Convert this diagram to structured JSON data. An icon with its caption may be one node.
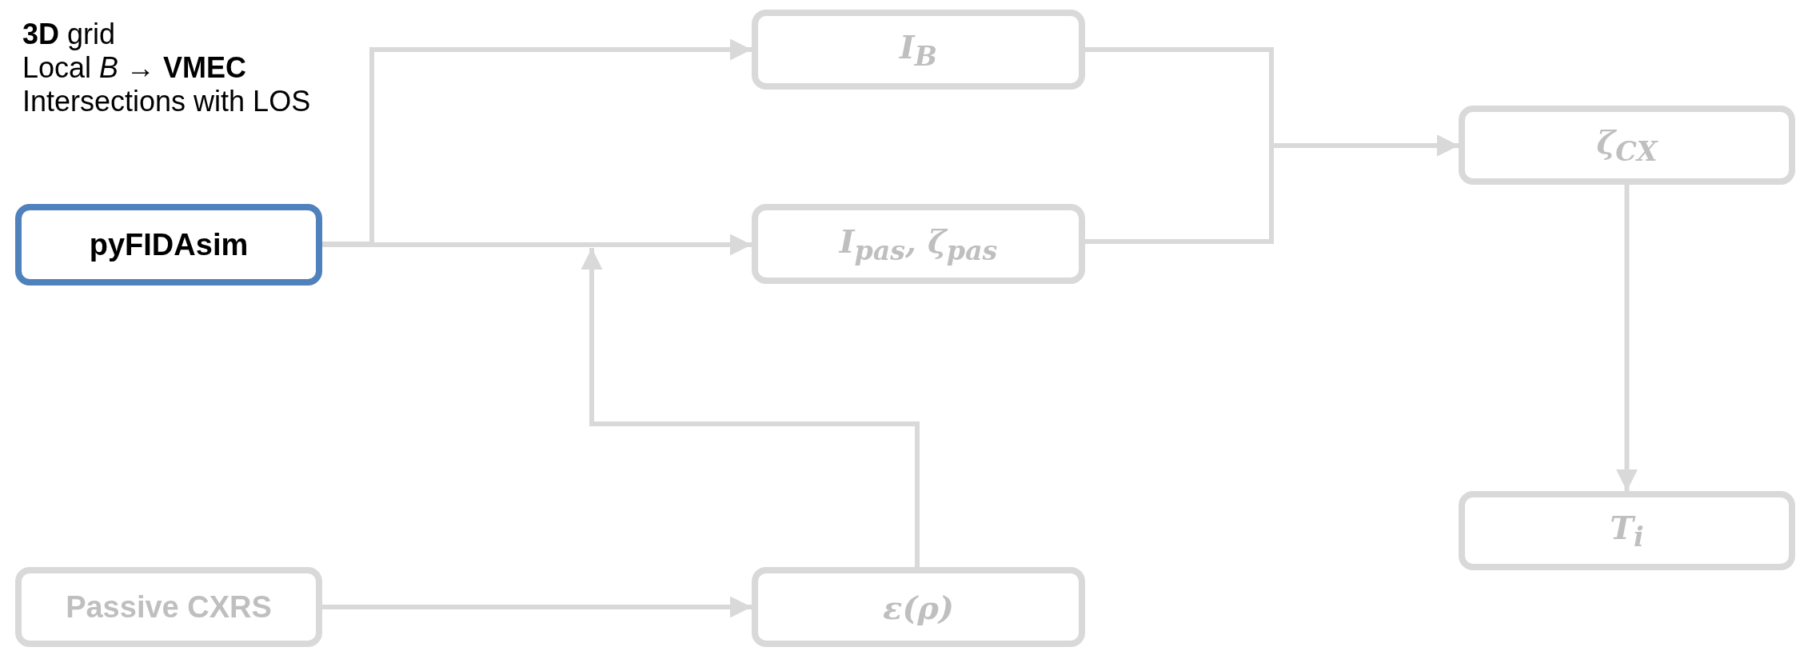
{
  "diagram": {
    "nodes": [
      {
        "text": [
          "pyFIDAsim"
        ]
      },
      {
        "text": [
          "I$_{B}$"
        ]
      },
      {
        "text": [
          "I$_{pas}$, ζ$_{pas}$"
        ]
      },
      {
        "text": [
          "ζ$_{CX}$"
        ]
      },
      {
        "text": [
          "T$_{i}$"
        ]
      },
      {
        "text": [
          "Passive CXRS"
        ]
      },
      {
        "text": [
          "ε(ρ)"
        ]
      }
    ],
    "edges": [
      {
        "from": 0,
        "to": 1,
        "arrow": "to"
      },
      {
        "from": 0,
        "to": 2,
        "arrow": "to"
      },
      {
        "from": 6,
        "to": null,
        "arrow": "to"
      },
      {
        "from": 1,
        "to": 3,
        "arrow": "to"
      },
      {
        "from": 2,
        "to": 3,
        "arrow": "to"
      },
      {
        "from": 3,
        "to": 4,
        "arrow": "to"
      },
      {
        "from": 5,
        "to": 6,
        "arrow": "to"
      }
    ],
    "labels": [
      "**3D** grid",
      "Local *B* → **VMEC**",
      "Intersections with LOS"
    ]
  }
}
